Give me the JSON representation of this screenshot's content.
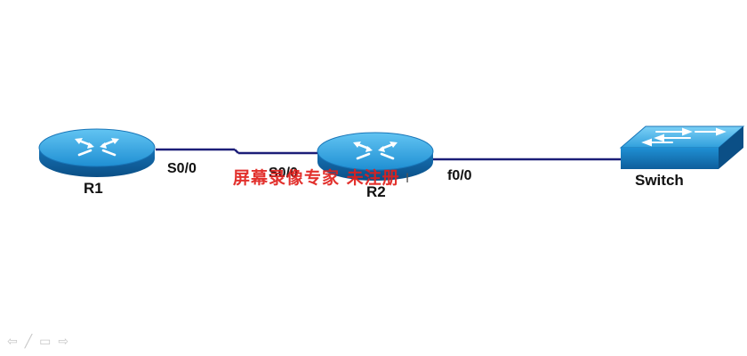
{
  "devices": {
    "r1": {
      "label": "R1",
      "icon": "router-icon"
    },
    "r2": {
      "label": "R2",
      "icon": "router-icon"
    },
    "switch": {
      "label": "Switch",
      "icon": "switch-icon"
    }
  },
  "interfaces": {
    "r1_s0_0": "S0/0",
    "r2_s0_0": "S0/0",
    "r2_f0_0": "f0/0"
  },
  "watermark": {
    "text": "屏幕录像专家 未注册"
  },
  "colors": {
    "link": "#1c1e78",
    "router_top": "#2aa3e2",
    "router_side": "#0d5f9b",
    "switch_face": "#1d86c6",
    "watermark": "#e0201c"
  },
  "slide_controls": {
    "prev": "⇦",
    "pen": "╱",
    "menu": "▭",
    "next": "⇨"
  }
}
